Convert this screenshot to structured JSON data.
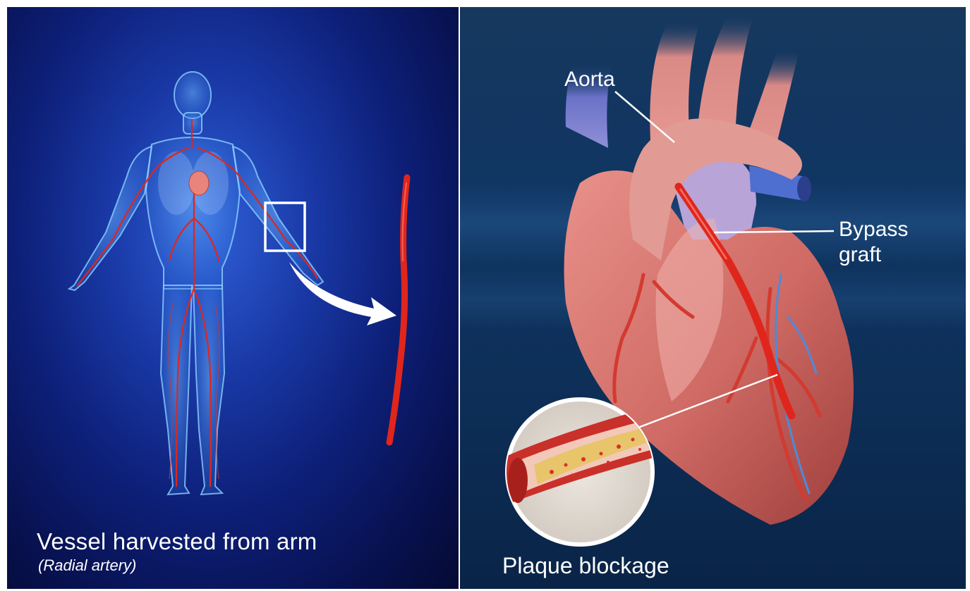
{
  "left_panel": {
    "caption": "Vessel harvested from arm",
    "caption_sub": "(Radial artery)"
  },
  "right_panel": {
    "label_aorta": "Aorta",
    "label_bypass_line1": "Bypass",
    "label_bypass_line2": "graft",
    "label_plaque": "Plaque blockage"
  },
  "colors": {
    "left_bg": "#0d1f78",
    "right_bg": "#0f3562",
    "artery_red": "#e0261c",
    "heart_pink": "#d97872",
    "vein_blue": "#4f6fd0"
  }
}
